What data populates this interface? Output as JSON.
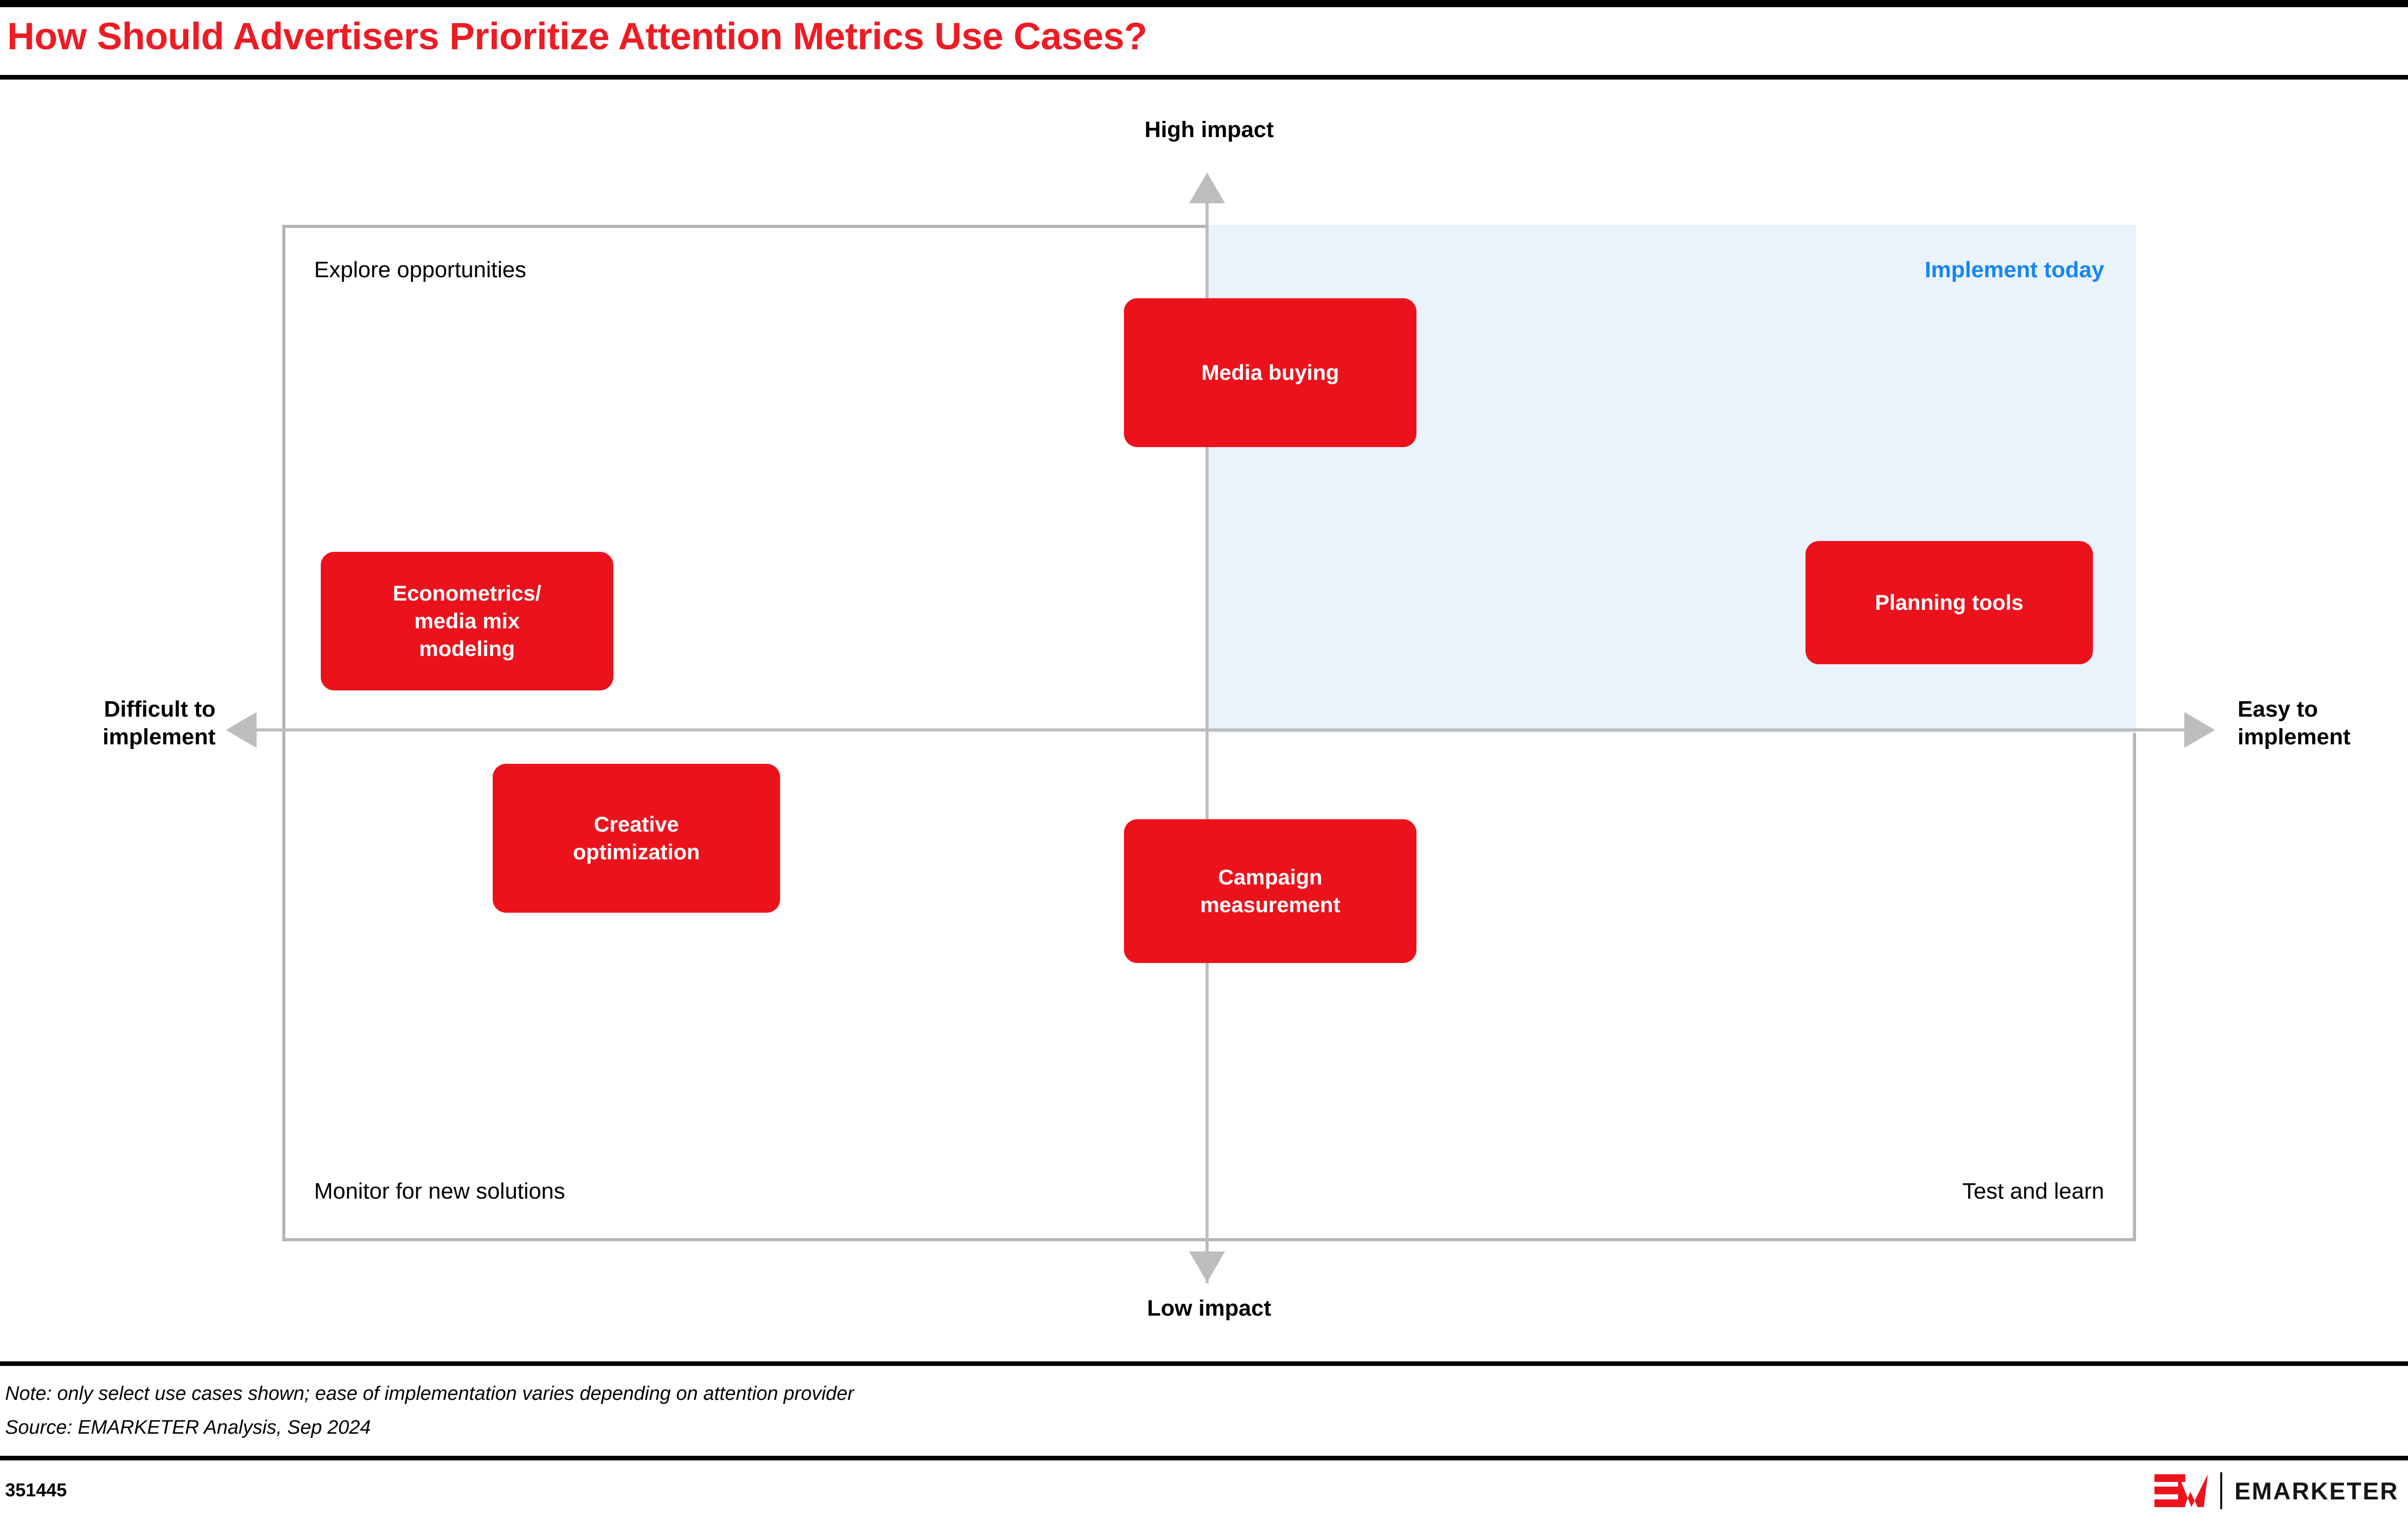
{
  "header": {
    "title": "How Should Advertisers Prioritize Attention Metrics Use Cases?",
    "title_color": "#ED1C24"
  },
  "chart_data": {
    "type": "scatter",
    "title": "How Should Advertisers Prioritize Attention Metrics Use Cases?",
    "xlabel_left": "Difficult to implement",
    "xlabel_right": "Easy to implement",
    "ylabel_top": "High impact",
    "ylabel_bottom": "Low impact",
    "x": "ease of implementation (difficult → easy)",
    "y": "impact (low → high)",
    "xlim": [
      -1,
      1
    ],
    "ylim": [
      -1,
      1
    ],
    "grid": false,
    "legend": "none",
    "highlight_quadrant": {
      "name": "Implement today",
      "position": "upper-right",
      "fill": "#EAF2FC",
      "label_color": "#1585F5"
    },
    "quadrants": [
      {
        "key": "upper-left",
        "label": "Explore opportunities",
        "color": "#000000"
      },
      {
        "key": "upper-right",
        "label": "Implement today",
        "color": "#1585F5"
      },
      {
        "key": "lower-left",
        "label": "Monitor for new solutions",
        "color": "#000000"
      },
      {
        "key": "lower-right",
        "label": "Test and learn",
        "color": "#000000"
      }
    ],
    "points": [
      {
        "label": "Media buying",
        "lines": [
          "Media buying"
        ],
        "impact": "high",
        "ease": "medium",
        "quadrant": "upper-center",
        "x": 0.0,
        "y": 0.62
      },
      {
        "label": "Planning tools",
        "lines": [
          "Planning tools"
        ],
        "impact": "high",
        "ease": "easy",
        "quadrant": "upper-right",
        "x": 0.7,
        "y": 0.04
      },
      {
        "label": "Econometrics/media mix modeling",
        "lines": [
          "Econometrics/",
          "media mix",
          "modeling"
        ],
        "impact": "high",
        "ease": "difficult",
        "quadrant": "upper-left",
        "x": -0.79,
        "y": 0.04
      },
      {
        "label": "Creative optimization",
        "lines": [
          "Creative",
          "optimization"
        ],
        "impact": "low",
        "ease": "difficult",
        "quadrant": "lower-left",
        "x": -0.63,
        "y": -0.2
      },
      {
        "label": "Campaign measurement",
        "lines": [
          "Campaign",
          "measurement"
        ],
        "impact": "low",
        "ease": "medium",
        "quadrant": "lower-center",
        "x": 0.0,
        "y": -0.36
      }
    ],
    "point_style": {
      "shape": "rounded-rect",
      "fill": "#EC121C",
      "text_color": "#FFFFFF"
    }
  },
  "footer": {
    "note": "Note: only select use cases shown; ease of implementation varies depending on attention provider",
    "source": "Source: EMARKETER Analysis, Sep 2024",
    "chart_id": "351445",
    "logo_word": "EMARKETER",
    "logo_mark_color": "#EC121C"
  }
}
